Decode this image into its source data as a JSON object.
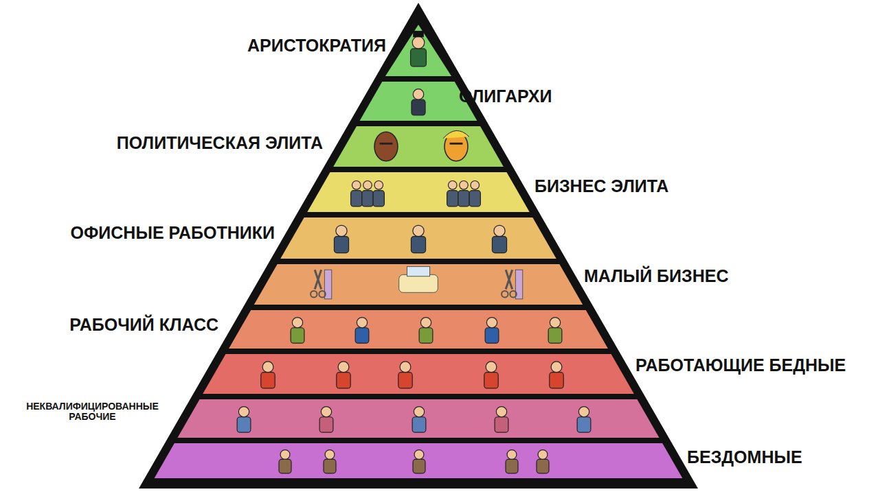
{
  "diagram": {
    "nodes": [
      {
        "text": [
          "АРИСТОКРАТИЯ"
        ]
      },
      {
        "text": [
          "ОЛИГАРХИ"
        ]
      },
      {
        "text": [
          "ПОЛИТИЧЕСКАЯ ЭЛИТА"
        ]
      },
      {
        "text": [
          "БИЗНЕС ЭЛИТА"
        ]
      },
      {
        "text": [
          "ОФИСНЫЕ РАБОТНИКИ"
        ]
      },
      {
        "text": [
          "МАЛЫЙ БИЗНЕС"
        ]
      },
      {
        "text": [
          "РАБОЧИЙ КЛАСС"
        ]
      },
      {
        "text": [
          "РАБОТАЮЩИЕ БЕДНЫЕ"
        ]
      },
      {
        "text": [
          "НЕКВАЛИФИЦИРОВАННЫЕ РАБОЧИЕ"
        ]
      },
      {
        "text": [
          "БЕЗДОМНЫЕ"
        ]
      }
    ]
  }
}
